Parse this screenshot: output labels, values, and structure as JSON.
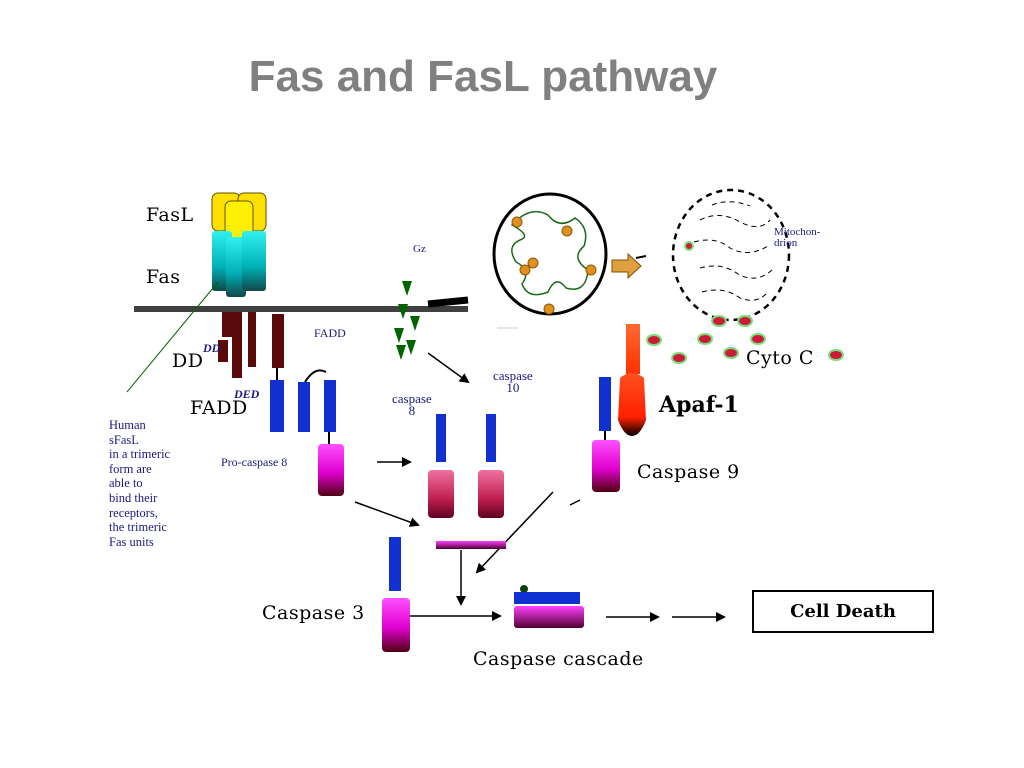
{
  "slide": {
    "title": "Fas and FasL pathway"
  },
  "labels": {
    "fasl": "FasL",
    "fas": "Fas",
    "dd_bg": "DD",
    "dd": "DD",
    "fadd_bg": "FADD",
    "ded": "DED",
    "fadd": "FADD",
    "gz": "Gz",
    "mitochondrion": "Mitochon-\ndrion",
    "cyto_c": "Cyto C",
    "apaf1": "Apaf-1",
    "caspase10": "caspase\n10",
    "caspase8": "caspase\n8",
    "procaspase8": "Pro-caspase 8",
    "caspase9": "Caspase 9",
    "caspase3": "Caspase 3",
    "caspase_cascade": "Caspase cascade",
    "cell_death": "Cell Death"
  },
  "note": "Human\nsFasL\nin a trimeric\nform are\nable to\nbind their\nreceptors,\nthe trimeric\nFas units",
  "colors": {
    "title": "#808080",
    "fasl": "#ffe000",
    "fas": "#00c8c8",
    "membrane": "#404040",
    "dd_bar": "#5a0a0a",
    "ded_bar": "#1030d0",
    "caspase_head": "#ff3cff",
    "granzyme": "#006400",
    "cyto_c": "#cc1a3a",
    "apaf1": "#ff4020",
    "mito_dot": "#e09020",
    "navy_text": "#1a1a80"
  }
}
